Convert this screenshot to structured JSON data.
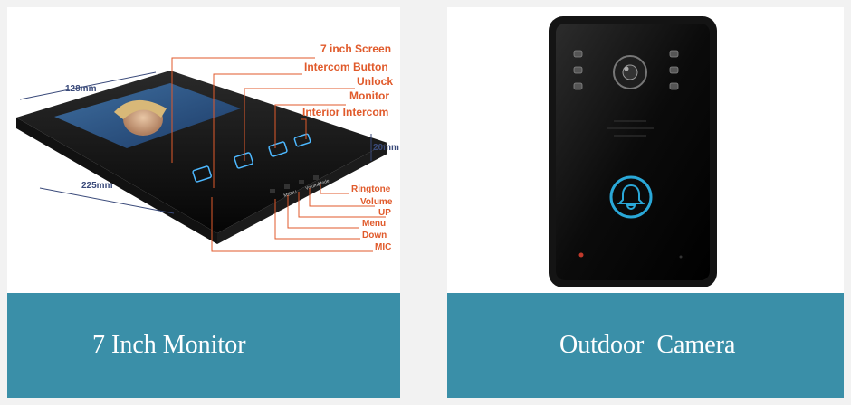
{
  "left_panel": {
    "caption": "7 Inch Monitor",
    "dimensions": {
      "width": "128mm",
      "length": "225mm",
      "depth": "20mm"
    },
    "callouts_top": [
      "7 inch Screen",
      "Intercom Button",
      "Unlock",
      "Monitor",
      "Interior Intercom"
    ],
    "callouts_side": [
      "Ringtone",
      "Volume",
      "UP",
      "Menu",
      "Down",
      "MIC"
    ],
    "button_print": [
      "MENU",
      "Volume",
      "Mode"
    ]
  },
  "right_panel": {
    "caption": "Outdoor  Camera"
  },
  "colors": {
    "caption_bg": "#3a8fa8",
    "annotation": "#e05a2b",
    "dimension": "#3a4a7a",
    "bell_glow": "#2aa8d8"
  }
}
